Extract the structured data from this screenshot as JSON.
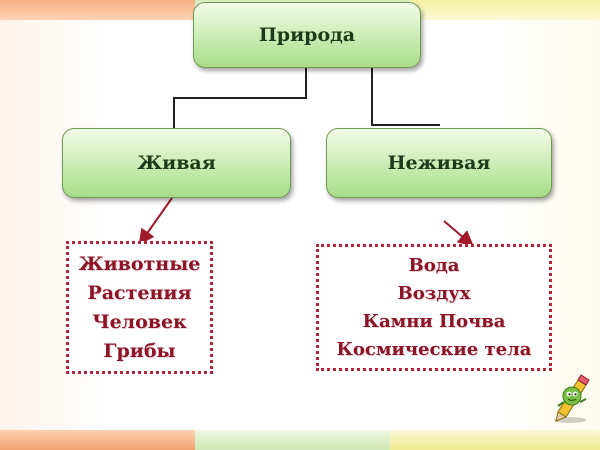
{
  "diagram": {
    "root": {
      "label": "Природа"
    },
    "children": [
      {
        "label": "Живая",
        "items": [
          "Животные",
          "Растения",
          "Человек",
          "Грибы"
        ]
      },
      {
        "label": "Неживая",
        "items": [
          "Вода",
          "Воздух",
          "Камни Почва",
          "Космические тела"
        ]
      }
    ]
  },
  "colors": {
    "node_fill": "#c9ecb2",
    "node_border": "#6f9a52",
    "list_text": "#8c1426",
    "list_border": "#b3253a",
    "connector": "#222222",
    "arrow": "#a01a2a"
  },
  "icons": {
    "mascot": "pencil-mascot-icon"
  }
}
